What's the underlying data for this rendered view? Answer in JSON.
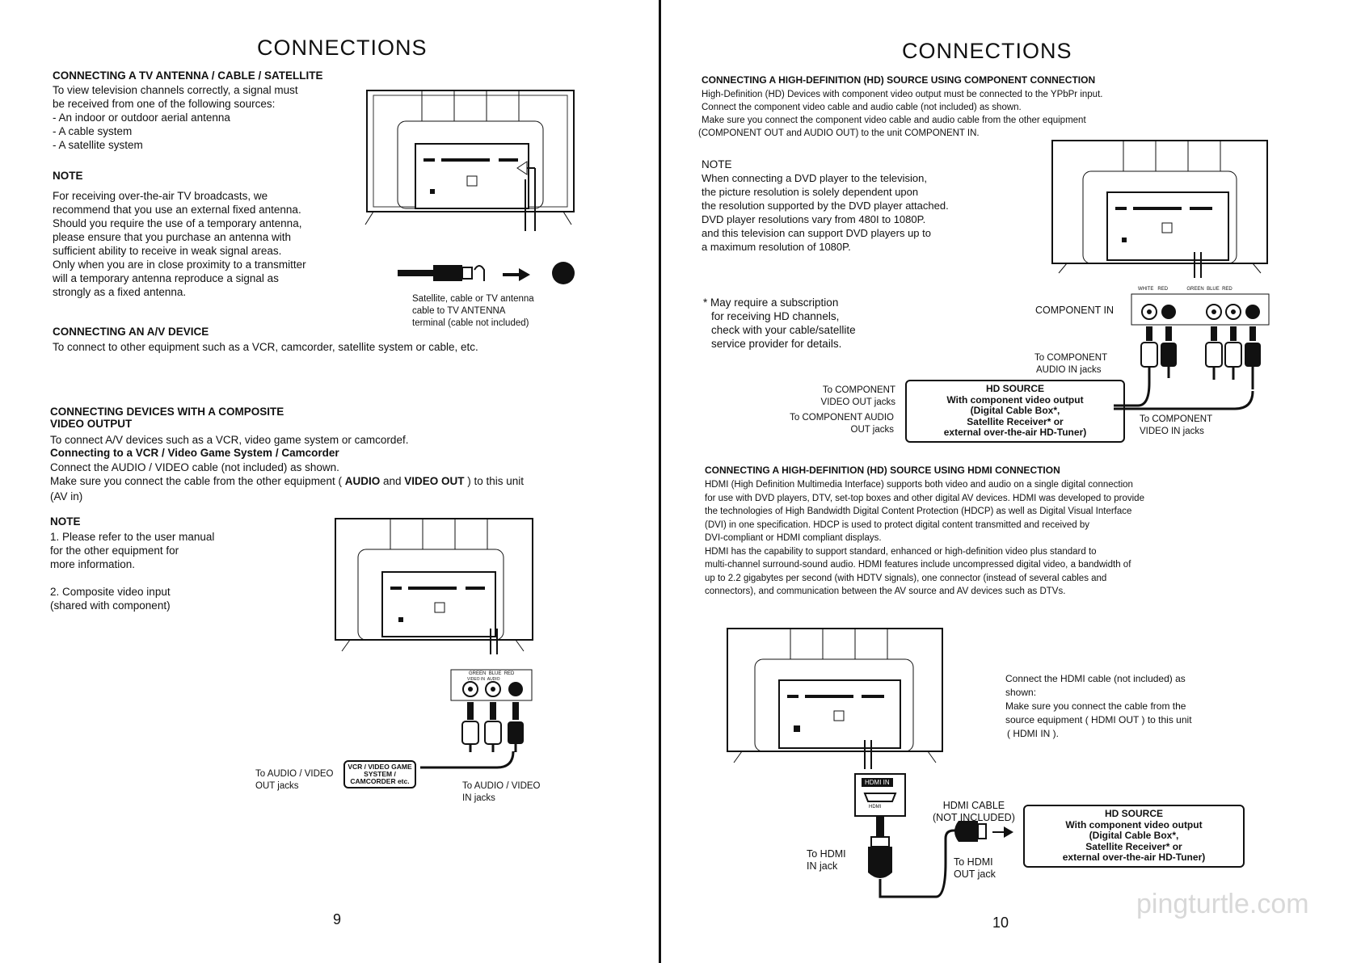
{
  "left": {
    "title": "CONNECTIONS",
    "antenna": {
      "heading": "CONNECTING A TV ANTENNA / CABLE / SATELLITE",
      "lines": [
        "To view television channels correctly, a signal must",
        "be received from one of the following sources:",
        "- An indoor or outdoor aerial antenna",
        "- A cable system",
        "- A satellite system"
      ],
      "note_heading": "NOTE",
      "note_lines": [
        "For receiving over-the-air TV broadcasts, we",
        "recommend that you use an external fixed antenna.",
        "Should you require the use of a temporary antenna,",
        "please ensure that you purchase an antenna with",
        "sufficient ability to receive in weak signal areas.",
        "Only when you are in close proximity to a transmitter",
        "will a temporary antenna reproduce a signal as",
        "strongly as a fixed antenna."
      ],
      "caption_lines": [
        "Satellite, cable or TV antenna",
        "cable to TV ANTENNA",
        "terminal (cable not included)"
      ]
    },
    "av_device": {
      "heading": "CONNECTING AN A/V DEVICE",
      "text": "To connect to other equipment such as a VCR, camcorder, satellite system or cable, etc."
    },
    "composite": {
      "heading_lines": [
        "CONNECTING DEVICES WITH A COMPOSITE",
        "VIDEO OUTPUT"
      ],
      "intro": "To connect A/V devices such as a VCR, video game system or camcordef.",
      "subheading": "Connecting to a VCR / Video Game System / Camcorder",
      "line1": "Connect the AUDIO / VIDEO cable (not included) as shown.",
      "line2_a": "Make sure you connect the cable from the other equipment ( ",
      "line2_b": "AUDIO",
      "line2_c": " and ",
      "line2_d": "VIDEO OUT",
      "line2_e": " ) to this unit",
      "line3": "(AV in)",
      "note_heading": "NOTE",
      "note_lines": [
        "1. Please refer to the user manual",
        "for the other equipment for",
        "more information.",
        "",
        "2. Composite video input",
        "(shared with component)"
      ],
      "device_box_lines": [
        "VCR / VIDEO GAME",
        "SYSTEM /",
        "CAMCORDER etc."
      ],
      "out_label_lines": [
        "To AUDIO / VIDEO",
        "OUT jacks"
      ],
      "in_label_lines": [
        "To AUDIO / VIDEO",
        "IN jacks"
      ],
      "jack_colors": [
        "GREEN",
        "BLUE",
        "RED"
      ],
      "jack_labels": [
        "VIDEO IN",
        "AUDIO"
      ]
    },
    "page_number": "9"
  },
  "right": {
    "title": "CONNECTIONS",
    "component": {
      "heading": "CONNECTING A HIGH-DEFINITION (HD) SOURCE USING  COMPONENT CONNECTION",
      "lines": [
        "High-Definition (HD) Devices with component video output must be connected to the YPbPr input.",
        "Connect the component video cable and audio cable (not included) as shown.",
        "Make sure you connect the component video cable and audio cable from the other equipment",
        "(COMPONENT OUT and AUDIO OUT)  to the unit COMPONENT IN."
      ],
      "note_heading": "NOTE",
      "note_lines": [
        "When connecting a DVD player to the television,",
        "the picture resolution is solely dependent upon",
        "the resolution supported by the DVD player attached.",
        "DVD player resolutions vary from 480I to 1080P.",
        "and this television can support DVD players up to",
        "a maximum resolution of 1080P."
      ],
      "subscription_lines": [
        "* May require a subscription",
        "for receiving HD channels,",
        "check with your cable/satellite",
        "service provider for details."
      ],
      "component_in_label": "COMPONENT IN",
      "to_component_audio_in_lines": [
        "To COMPONENT",
        "AUDIO IN jacks"
      ],
      "to_component_video_out_lines": [
        "To COMPONENT",
        "VIDEO OUT jacks"
      ],
      "to_component_audio_out_lines": [
        "To COMPONENT AUDIO",
        "OUT jacks"
      ],
      "to_component_video_in_lines": [
        "To COMPONENT",
        "VIDEO IN jacks"
      ],
      "hd_source_lines": [
        "HD SOURCE",
        "With component video output",
        "(Digital Cable Box*,",
        "Satellite Receiver* or",
        "external over-the-air HD-Tuner)"
      ],
      "jack_colors": [
        "WHITE",
        "RED",
        "GREEN",
        "BLUE",
        "RED"
      ]
    },
    "hdmi": {
      "heading": "CONNECTING A HIGH-DEFINITION (HD) SOURCE USING HDMI CONNECTION",
      "lines": [
        "HDMI (High Definition Multimedia Interface) supports both video and audio on a single digital connection",
        "for use with DVD players, DTV, set-top boxes and other digital AV devices. HDMI was developed to provide",
        "the technologies of High Bandwidth Digital Content Protection (HDCP) as well as Digital Visual Interface",
        "(DVI) in one specification. HDCP is used to protect digital content transmitted and received by",
        "DVI-compliant or HDMI compliant displays.",
        "HDMI has the capability to support standard, enhanced or high-definition video plus standard to",
        "multi-channel surround-sound audio. HDMI features include uncompressed digital video, a bandwidth of",
        "up to 2.2 gigabytes per second (with HDTV signals), one connector (instead of several cables and",
        "connectors), and communication between the AV source and AV devices such as DTVs."
      ],
      "instruction_lines": [
        "Connect the HDMI cable (not included) as",
        "shown:",
        "Make sure you connect the cable from the",
        "source equipment ( HDMI OUT ) to this unit",
        "( HDMI IN )."
      ],
      "hdmi_in_tag": "HDMI IN",
      "hdmi_port_label": "HDMI",
      "cable_label_lines": [
        "HDMI CABLE",
        "(NOT INCLUDED)"
      ],
      "to_hdmi_in_lines": [
        "To HDMI",
        "IN jack"
      ],
      "to_hdmi_out_lines": [
        "To HDMI",
        "OUT jack"
      ],
      "hd_source_lines": [
        "HD SOURCE",
        "With component video output",
        "(Digital Cable Box*,",
        "Satellite Receiver* or",
        "external over-the-air HD-Tuner)"
      ]
    },
    "page_number": "10",
    "watermark": "pingturtle.com"
  }
}
